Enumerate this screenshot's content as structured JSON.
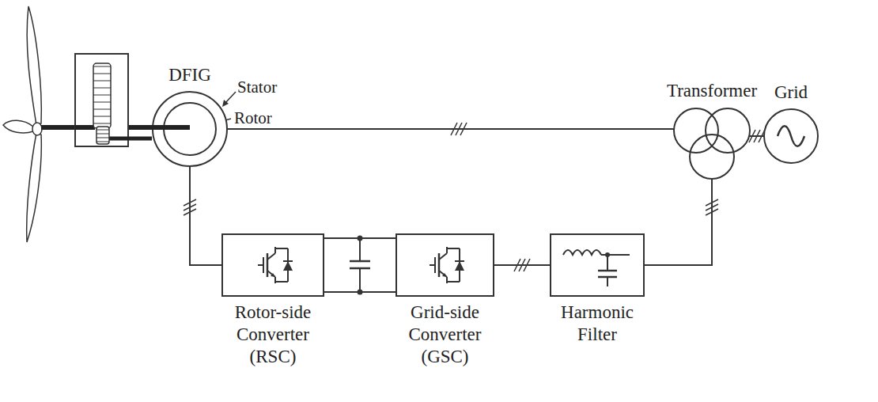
{
  "diagram": {
    "nodes": [
      {
        "text": [
          "DFIG"
        ]
      },
      {
        "text": [
          "Transformer"
        ]
      },
      {
        "text": [
          "Grid"
        ]
      },
      {
        "text": [
          "Rotor-side Converter (RSC)"
        ]
      },
      {
        "text": [
          "Grid-side Converter (GSC)"
        ]
      },
      {
        "text": [
          "Harmonic Filter"
        ]
      }
    ],
    "edges": [
      {
        "from": 0,
        "to": 1,
        "arrow": "none"
      },
      {
        "from": 0,
        "to": 3,
        "arrow": "none"
      },
      {
        "from": 3,
        "to": 4,
        "arrow": "none"
      },
      {
        "from": 4,
        "to": 5,
        "arrow": "none"
      },
      {
        "from": 5,
        "to": 1,
        "arrow": "none"
      },
      {
        "from": 1,
        "to": 2,
        "arrow": "none"
      }
    ],
    "labels": [
      "Stator",
      "Rotor"
    ]
  }
}
